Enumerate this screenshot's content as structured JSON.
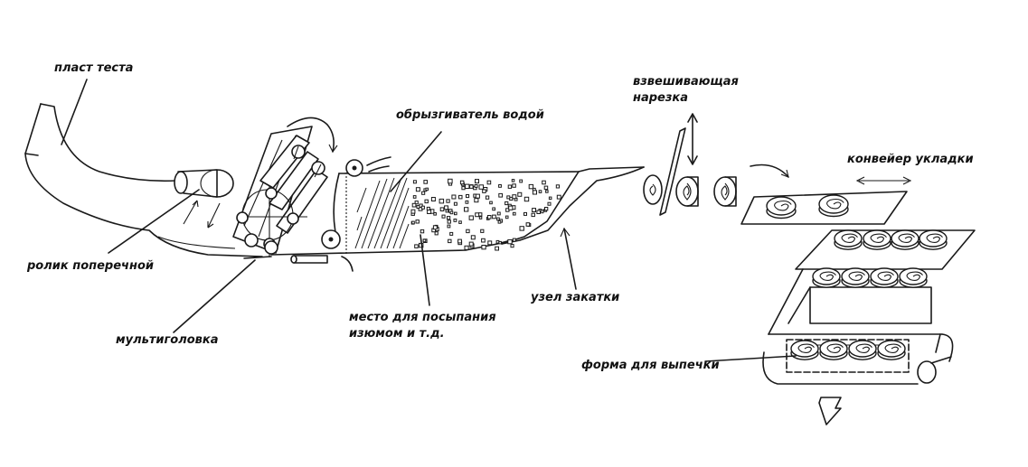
{
  "labels": {
    "dough_sheet": "пласт теста",
    "water_sprayer": "обрызгиватель водой",
    "weighing_cutter_line1": "взвешивающая",
    "weighing_cutter_line2": "нарезка",
    "laying_conveyor": "конвейер укладки",
    "cross_roller": "ролик поперечной",
    "multihead": "мультиголовка",
    "sprinkle_place_line1": "место для посыпания",
    "sprinkle_place_line2": "изюмом и т.д.",
    "rolling_unit": "узел закатки",
    "baking_form": "форма для выпечки"
  }
}
